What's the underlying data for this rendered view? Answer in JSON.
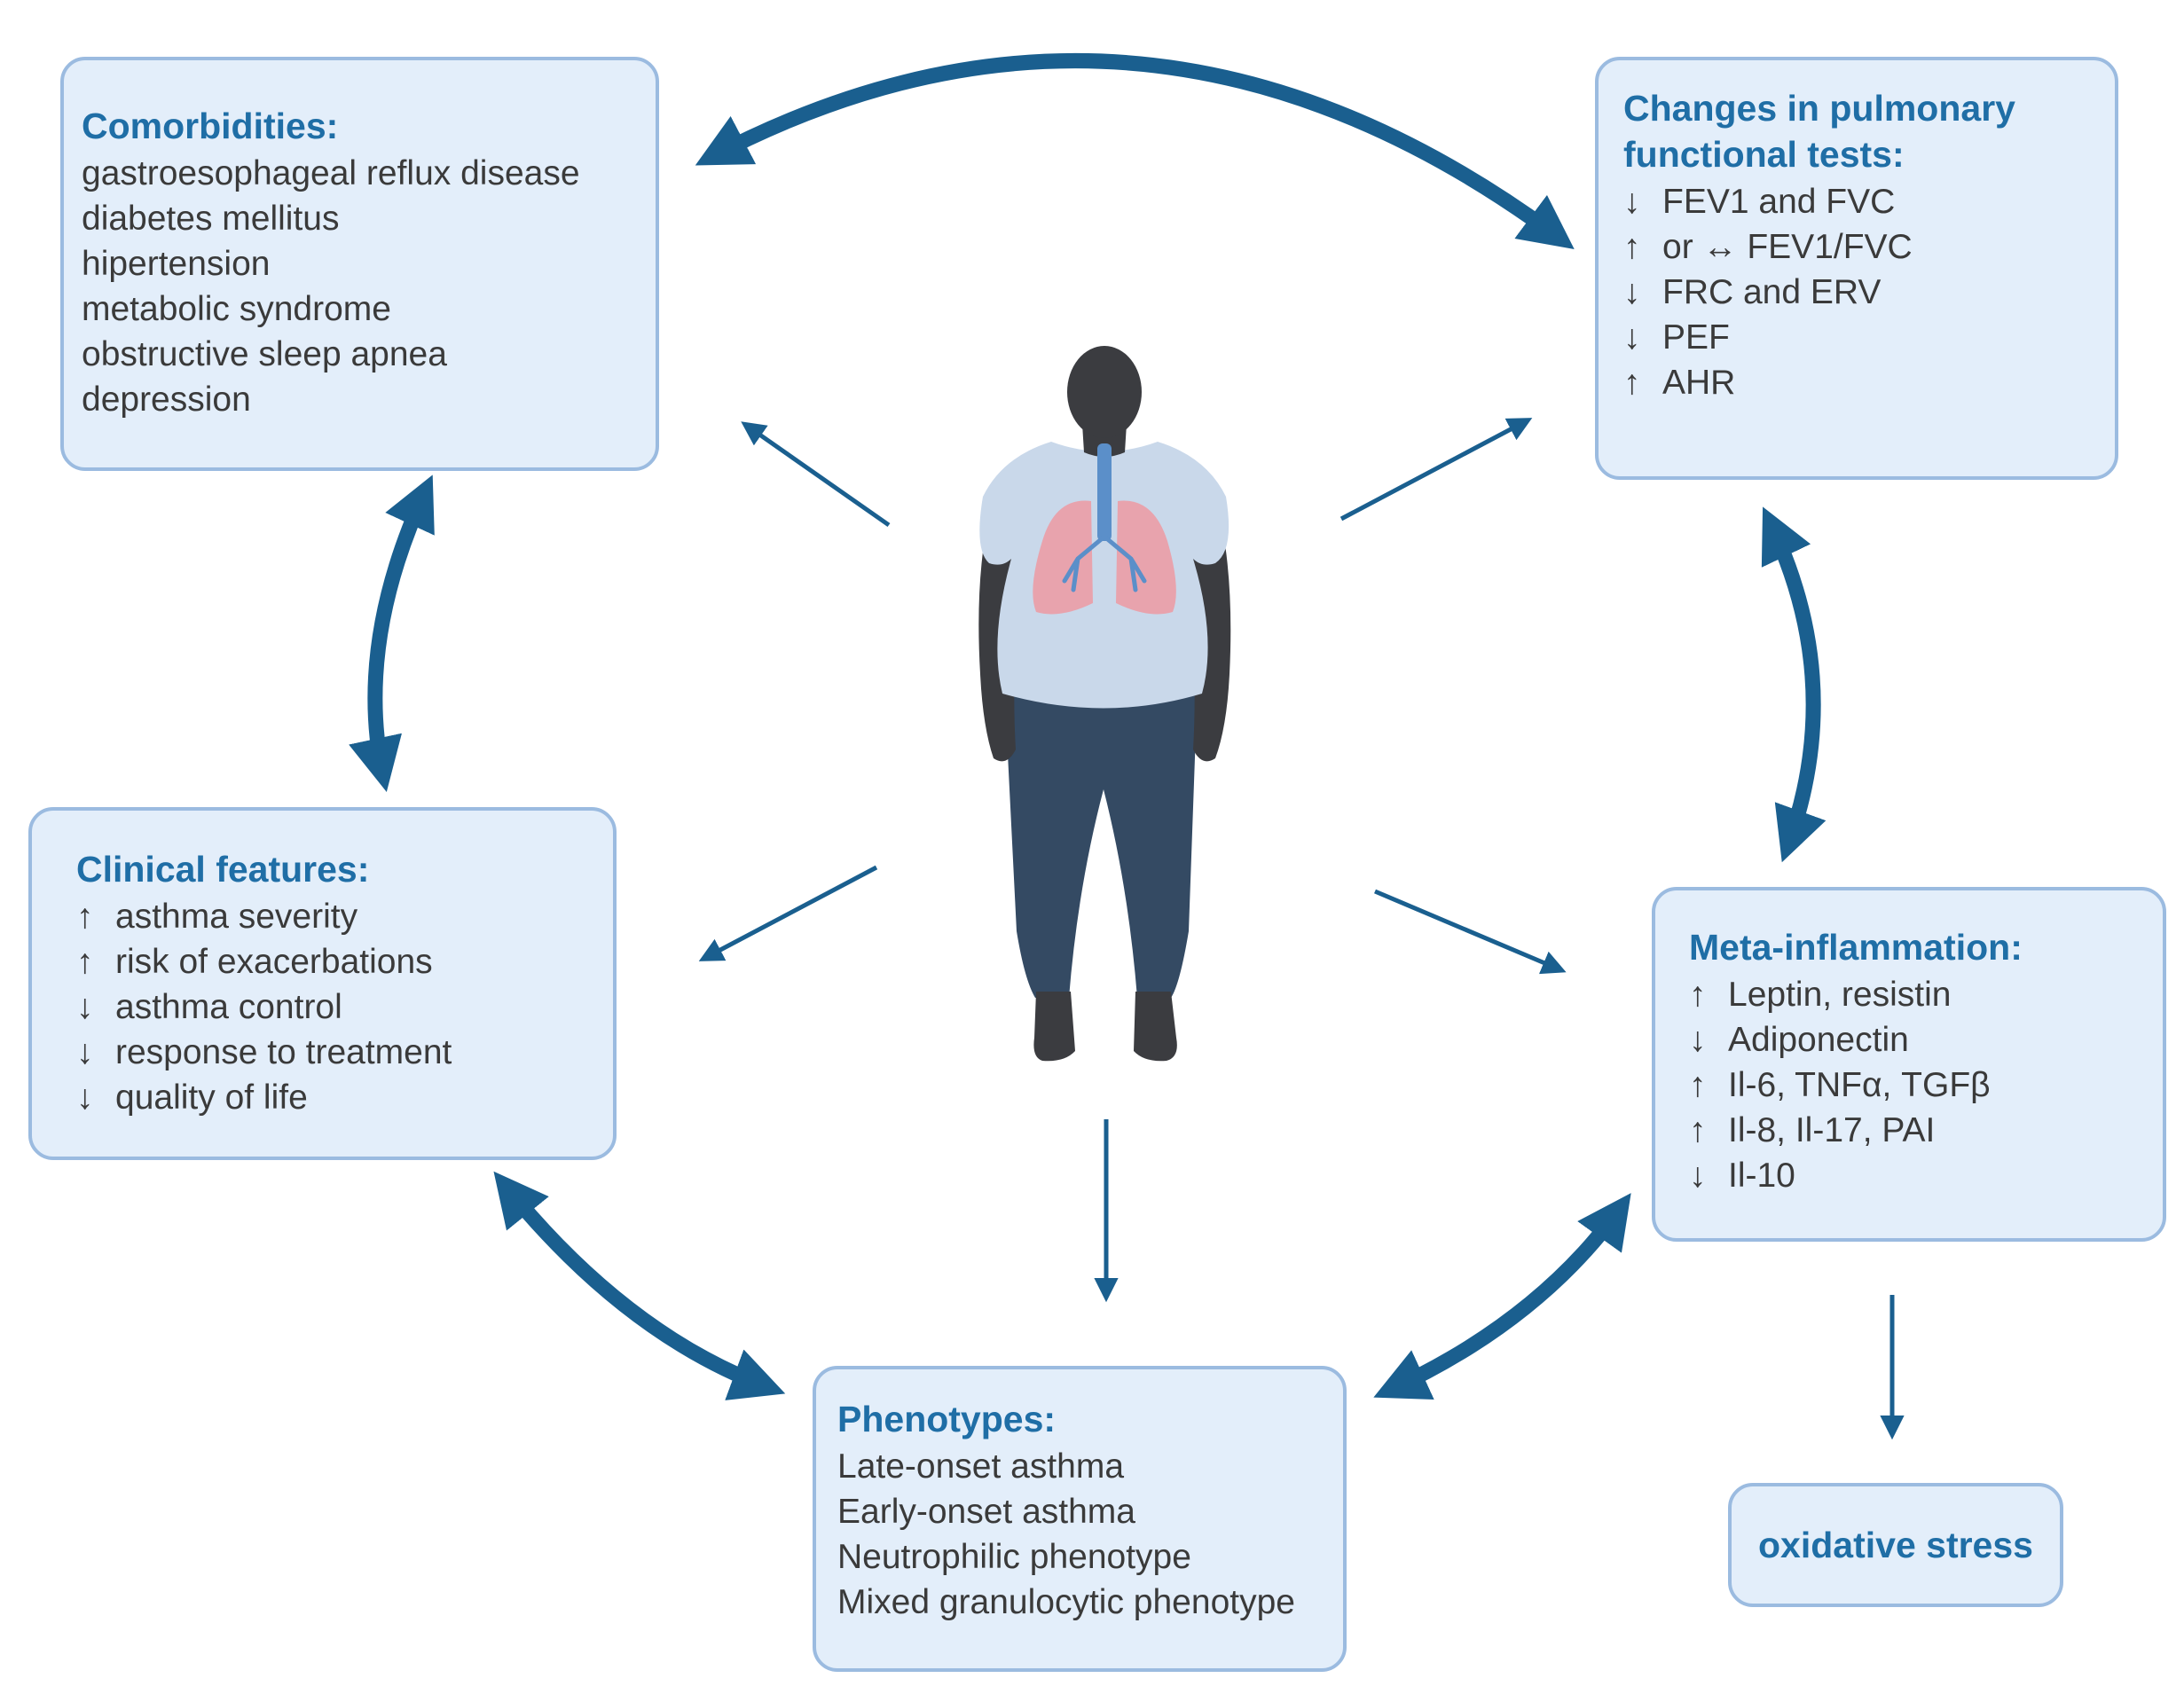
{
  "colors": {
    "arrow": "#1a5f8f",
    "box_fill": "#e3eefa",
    "box_border": "#9bbbe0",
    "title": "#1f6ea6",
    "text": "#3a3a3a",
    "body_dark": "#3b3c40",
    "shirt": "#c9d8ea",
    "pants": "#344a63",
    "lungs": "#e8a3ad"
  },
  "figure": {
    "icon": "obese-person-with-lungs-icon"
  },
  "comorbidities": {
    "title": "Comorbidities:",
    "items": [
      "gastroesophageal reflux disease",
      "diabetes mellitus",
      "hipertension",
      "metabolic syndrome",
      "obstructive sleep apnea",
      "depression"
    ]
  },
  "pulmonary": {
    "title": "Changes in pulmonary functional tests:",
    "items": [
      {
        "symbol": "↓",
        "text": "FEV1 and FVC"
      },
      {
        "symbol": "↑",
        "text": "or ↔ FEV1/FVC"
      },
      {
        "symbol": "↓",
        "text": "FRC and ERV"
      },
      {
        "symbol": "↓",
        "text": "PEF"
      },
      {
        "symbol": "↑",
        "text": "AHR"
      }
    ]
  },
  "clinical": {
    "title": "Clinical features:",
    "items": [
      {
        "symbol": "↑",
        "text": "asthma severity"
      },
      {
        "symbol": "↑",
        "text": "risk of exacerbations"
      },
      {
        "symbol": "↓",
        "text": "asthma control"
      },
      {
        "symbol": "↓",
        "text": "response to treatment"
      },
      {
        "symbol": "↓",
        "text": "quality of life"
      }
    ]
  },
  "meta": {
    "title": "Meta-inflammation:",
    "items": [
      {
        "symbol": "↑",
        "text": "Leptin, resistin"
      },
      {
        "symbol": "↓",
        "text": "Adiponectin"
      },
      {
        "symbol": "↑",
        "text": "Il-6, TNFα, TGFβ"
      },
      {
        "symbol": "↑",
        "text": "Il-8, Il-17, PAI"
      },
      {
        "symbol": "↓",
        "text": "Il-10"
      }
    ]
  },
  "phenotypes": {
    "title": "Phenotypes:",
    "items": [
      "Late-onset asthma",
      "Early-onset asthma",
      "Neutrophilic phenotype",
      "Mixed granulocytic phenotype"
    ]
  },
  "oxidative": {
    "label": "oxidative stress"
  }
}
